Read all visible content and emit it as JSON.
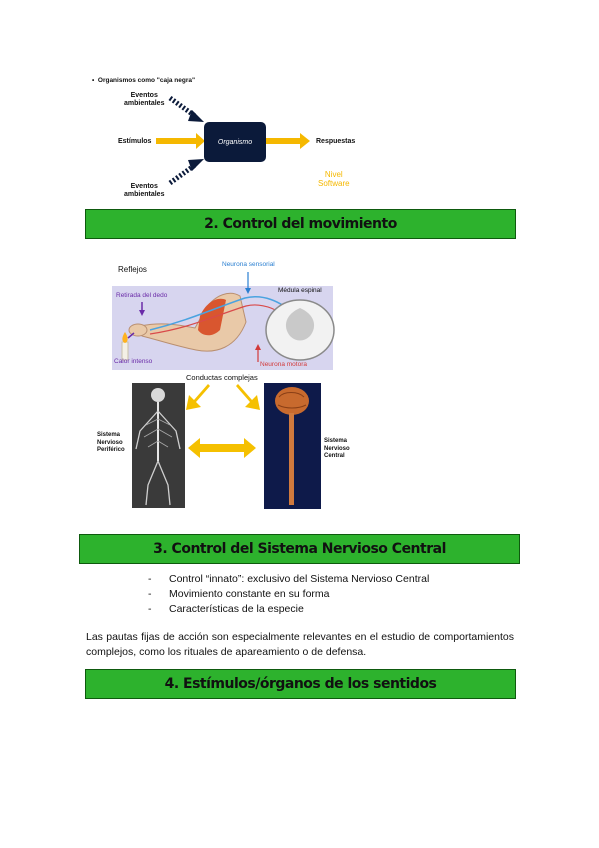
{
  "diagram1": {
    "bullet": "Organismos como \"caja negra\"",
    "eventos_top": "Eventos\nambientales",
    "estimulos": "Estímulos",
    "organismo": "Organismo",
    "respuestas": "Respuestas",
    "nivel": "Nivel\nSoftware",
    "eventos_bottom": "Eventos\nambientales"
  },
  "section2": {
    "title": "2. Control del movimiento"
  },
  "diagram2": {
    "reflejos": "Reflejos",
    "neurona_sensorial": "Neurona sensorial",
    "medula": "Médula espinal",
    "retirada": "Retirada del dedo",
    "calor": "Calor intenso",
    "neurona_motora": "Neurona motora",
    "conductas": "Conductas complejas",
    "snp": "Sistema\nNervioso\nPeriférico",
    "snc": "Sistema\nNervioso\nCentral"
  },
  "section3": {
    "title": "3. Control del Sistema Nervioso Central",
    "bullets": [
      "Control “innato”: exclusivo del Sistema Nervioso Central",
      "Movimiento constante en su forma",
      "Características de la especie"
    ],
    "paragraph": "Las pautas fijas de acción son especialmente relevantes en el estudio de comportamientos complejos, como los rituales de apareamiento o de defensa."
  },
  "section4": {
    "title": "4. Estímulos/órganos de los sentidos"
  },
  "colors": {
    "green": "#2db22d",
    "navy": "#0b1a3a",
    "arrow_yellow": "#f5b800"
  }
}
